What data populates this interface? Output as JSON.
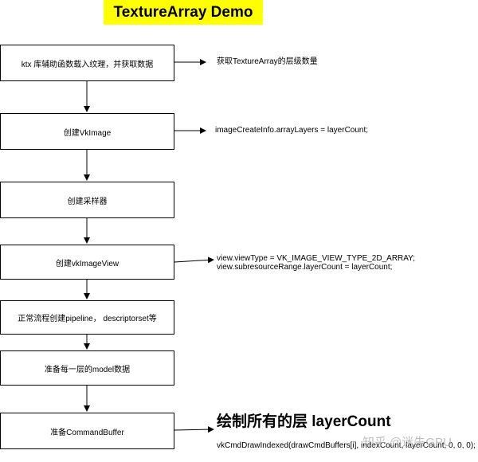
{
  "title": "TextureArray Demo",
  "steps": [
    "ktx 库辅助函数载入纹理，并获取数据",
    "创建VkImage",
    "创建采样器",
    "创建vkImageView",
    "正常流程创建pipeline， descriptorset等",
    "准备每一层的model数据",
    "准备CommandBuffer"
  ],
  "notes": {
    "step1": "获取TextureArray的层级数量",
    "step2": "imageCreateInfo.arrayLayers = layerCount;",
    "step4_line1": "view.viewType = VK_IMAGE_VIEW_TYPE_2D_ARRAY;",
    "step4_line2": "view.subresourceRange.layerCount = layerCount;",
    "step7_heading": "绘制所有的层 layerCount",
    "step7_code": "vkCmdDrawIndexed(drawCmdBuffers[i], indexCount, layerCount, 0, 0, 0);"
  },
  "watermark": "知乎 @迷失GPU"
}
